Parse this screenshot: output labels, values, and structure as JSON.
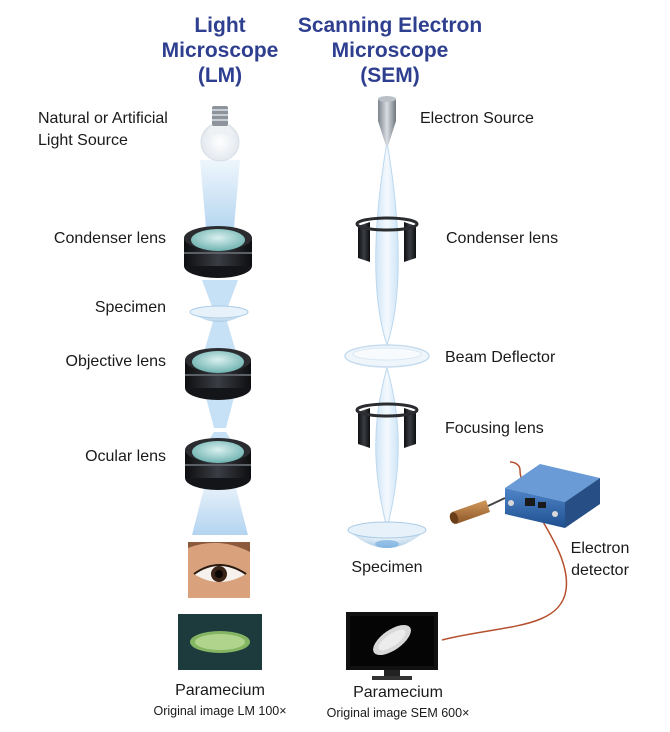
{
  "colors": {
    "title": "#2e3f8f",
    "beam": "#9fc9ec",
    "lens_ring": "#1e2024",
    "lens_glass": "#8fc8c6",
    "detector": "#2f5d9e",
    "cable": "#b5502e"
  },
  "lm": {
    "title": "Light\nMicroscope\n(LM)",
    "labels": {
      "source": "Natural or Artificial\nLight Source",
      "condenser": "Condenser lens",
      "specimen": "Specimen",
      "objective": "Objective lens",
      "ocular": "Ocular lens"
    },
    "caption": {
      "name": "Paramecium",
      "note": "Original image LM 100×"
    }
  },
  "sem": {
    "title": "Scanning Electron\nMicroscope\n(SEM)",
    "labels": {
      "source": "Electron Source",
      "condenser": "Condenser lens",
      "deflector": "Beam Deflector",
      "focusing": "Focusing lens",
      "specimen": "Specimen",
      "detector": "Electron\ndetector"
    },
    "caption": {
      "name": "Paramecium",
      "note": "Original image SEM 600×"
    }
  },
  "icons": [
    "light-bulb-icon",
    "electron-gun-icon",
    "lens-icon",
    "split-ring-lens-icon",
    "specimen-dish-icon",
    "eye-icon",
    "detector-box-icon",
    "monitor-icon",
    "probe-icon"
  ]
}
